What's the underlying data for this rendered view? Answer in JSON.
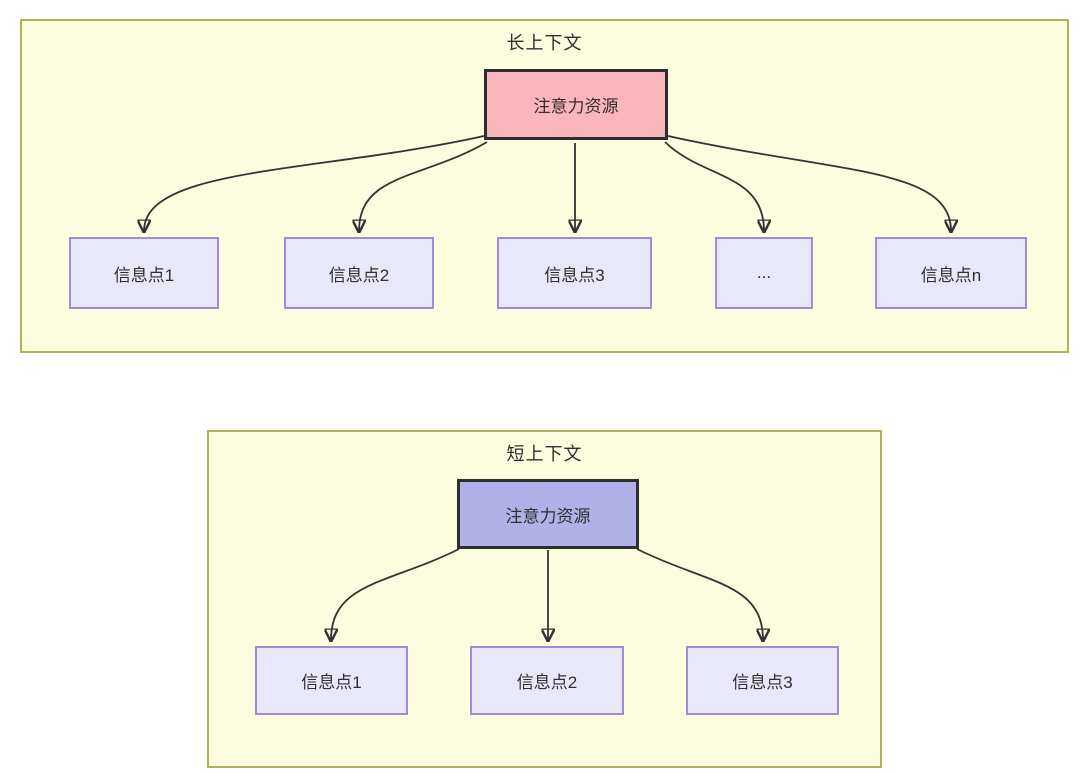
{
  "diagram": {
    "type": "flow-comparison",
    "arrow_color": "#333333",
    "panel_fill": "#fcfcde",
    "panel_border": "#b2b250",
    "node_fill": "#e8e8fa",
    "node_border": "#a48ad4"
  },
  "long_context": {
    "title": "长上下文",
    "attention_label": "注意力资源",
    "attention_fill": "#fbb6bc",
    "nodes": [
      {
        "label": "信息点1"
      },
      {
        "label": "信息点2"
      },
      {
        "label": "信息点3"
      },
      {
        "label": "..."
      },
      {
        "label": "信息点n"
      }
    ]
  },
  "short_context": {
    "title": "短上下文",
    "attention_label": "注意力资源",
    "attention_fill": "#b1b1e8",
    "nodes": [
      {
        "label": "信息点1"
      },
      {
        "label": "信息点2"
      },
      {
        "label": "信息点3"
      }
    ]
  }
}
